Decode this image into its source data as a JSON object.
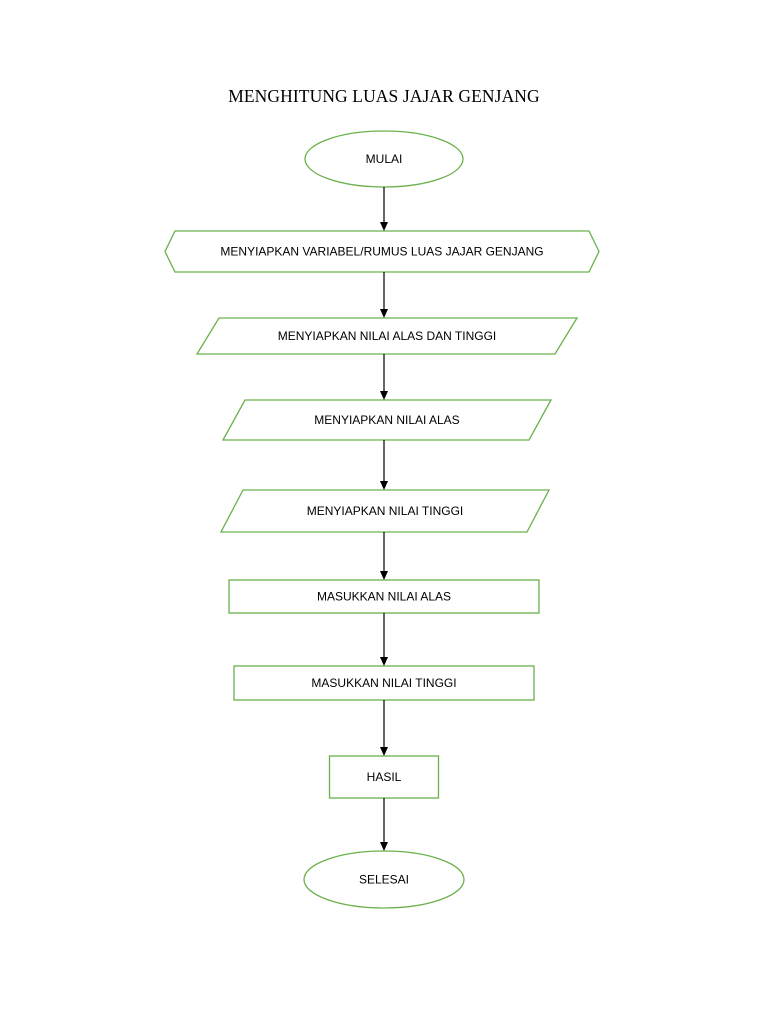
{
  "title": "MENGHITUNG LUAS JAJAR GENJANG",
  "colors": {
    "node_stroke": "#6ab04c",
    "arrow": "#000000"
  },
  "nodes": [
    {
      "id": "mulai",
      "shape": "terminator",
      "label": "MULAI"
    },
    {
      "id": "preparation",
      "shape": "preparation",
      "label": "MENYIAPKAN VARIABEL/RUMUS LUAS JAJAR GENJANG"
    },
    {
      "id": "input-alas-tinggi",
      "shape": "input-output",
      "label": "MENYIAPKAN NILAI ALAS DAN TINGGI"
    },
    {
      "id": "input-alas",
      "shape": "input-output",
      "label": "MENYIAPKAN NILAI ALAS"
    },
    {
      "id": "input-tinggi",
      "shape": "input-output",
      "label": "MENYIAPKAN NILAI TINGGI"
    },
    {
      "id": "masukkan-alas",
      "shape": "process",
      "label": "MASUKKAN NILAI ALAS"
    },
    {
      "id": "masukkan-tinggi",
      "shape": "process",
      "label": "MASUKKAN NILAI TINGGI"
    },
    {
      "id": "hasil",
      "shape": "process",
      "label": "HASIL"
    },
    {
      "id": "selesai",
      "shape": "terminator",
      "label": "SELESAI"
    }
  ],
  "edges": [
    {
      "from": "mulai",
      "to": "preparation"
    },
    {
      "from": "preparation",
      "to": "input-alas-tinggi"
    },
    {
      "from": "input-alas-tinggi",
      "to": "input-alas"
    },
    {
      "from": "input-alas",
      "to": "input-tinggi"
    },
    {
      "from": "input-tinggi",
      "to": "masukkan-alas"
    },
    {
      "from": "masukkan-alas",
      "to": "masukkan-tinggi"
    },
    {
      "from": "masukkan-tinggi",
      "to": "hasil"
    },
    {
      "from": "hasil",
      "to": "selesai"
    }
  ]
}
